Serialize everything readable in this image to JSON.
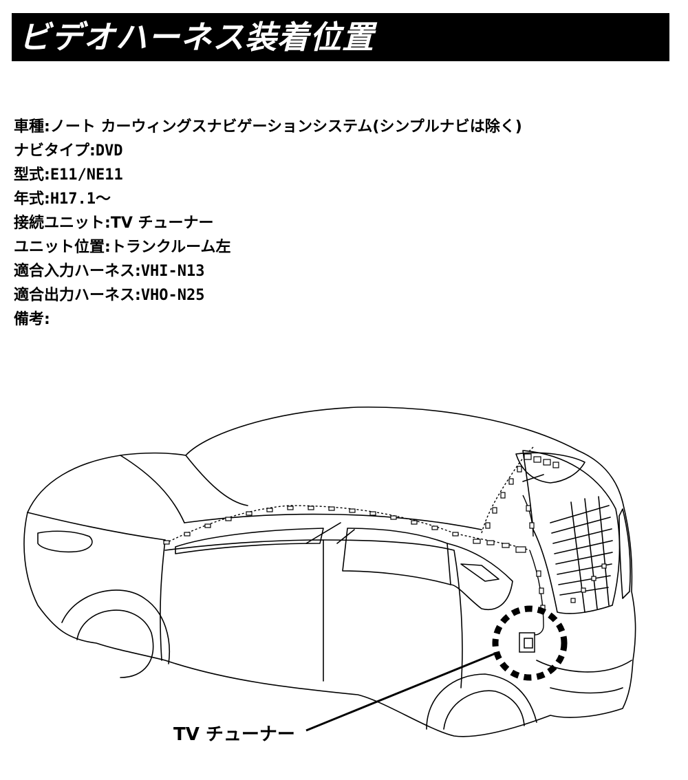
{
  "header": {
    "title": "ビデオハーネス装着位置"
  },
  "specs": [
    {
      "label": "車種:",
      "value": "ノート カーウィングスナビゲーションシステム(シンプルナビは除く)"
    },
    {
      "label": "ナビタイプ:",
      "value": "DVD"
    },
    {
      "label": "型式:",
      "value": "E11/NE11"
    },
    {
      "label": "年式:",
      "value": "H17.1～"
    },
    {
      "label": "接続ユニット:",
      "value": "TV チューナー"
    },
    {
      "label": "ユニット位置:",
      "value": "トランクルーム左"
    },
    {
      "label": "適合入力ハーネス:",
      "value": "VHI-N13"
    },
    {
      "label": "適合出力ハーネス:",
      "value": "VHO-N25"
    },
    {
      "label": "備考:",
      "value": ""
    }
  ],
  "diagram": {
    "callout_label": "TV チューナー"
  }
}
